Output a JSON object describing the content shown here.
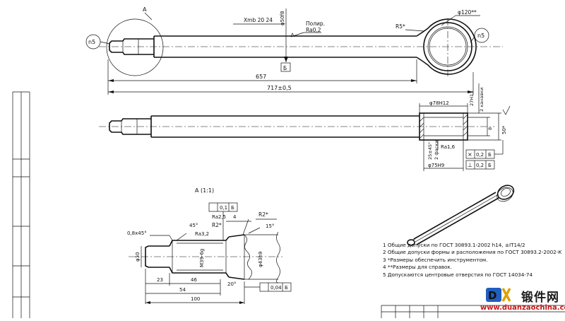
{
  "drawing": {
    "view_label_a": "A",
    "section_label": "A (1:1)",
    "roughness_n5": "n5",
    "datum_b": "Б",
    "main_view": {
      "xmb": "Хmb 20 24",
      "dia50": "φ50f8",
      "polish_label": "Полир.",
      "polish_ra": "Ra0,2",
      "r5": "R5*",
      "dia120": "φ120**",
      "dim657": "657",
      "dim717": "717±0,5"
    },
    "side_view": {
      "dia78": "φ78H12",
      "dim27": "27H13",
      "dim27b": "2 канавки",
      "dim50": "50*",
      "dim8": "8",
      "dim25": "25±45°",
      "dim25b": "2 фаски",
      "ra16": "Ra1,6",
      "dia75": "φ75H9",
      "tol1_sym": "⨯",
      "tol1_val": "0,2",
      "tol1_datum": "Б",
      "tol2_sym": "⊥",
      "tol2_val": "0,2",
      "tol2_datum": "Б"
    },
    "detail": {
      "fc_val": "0,1",
      "fc_datum": "Б",
      "ra25": "Ra2,5",
      "four": "4",
      "r2a": "R2*",
      "r2b": "R2*",
      "deg45": "45°",
      "deg15": "15°",
      "ra32": "Ra3,2",
      "chamfer": "0,8х45°",
      "dia30": "φ30",
      "thread": "M39-6g",
      "dia43": "φ43h9",
      "deg20": "20°",
      "dim23": "23",
      "dim46": "46",
      "dim54": "54",
      "dim100": "100",
      "fc2_val": "0,04",
      "fc2_datum": "Б"
    }
  },
  "notes": [
    "1 Общие допуски по ГОСТ 30893.1-2002 h14, ±IT14/2",
    "2 Общие допуски формы и расположения по ГОСТ 30893.2-2002-К",
    "3 *Размеры обеспечить инструментом.",
    "4 **Размеры для справок.",
    "5 Допускаются центровые отверстия по ГОСТ 14034-74"
  ],
  "watermark": {
    "chinese": "锻件网",
    "url": "www.duanzaochina.com"
  },
  "colors": {
    "line": "#111111",
    "paper": "#ffffff",
    "watermark_red": "#c81818"
  }
}
